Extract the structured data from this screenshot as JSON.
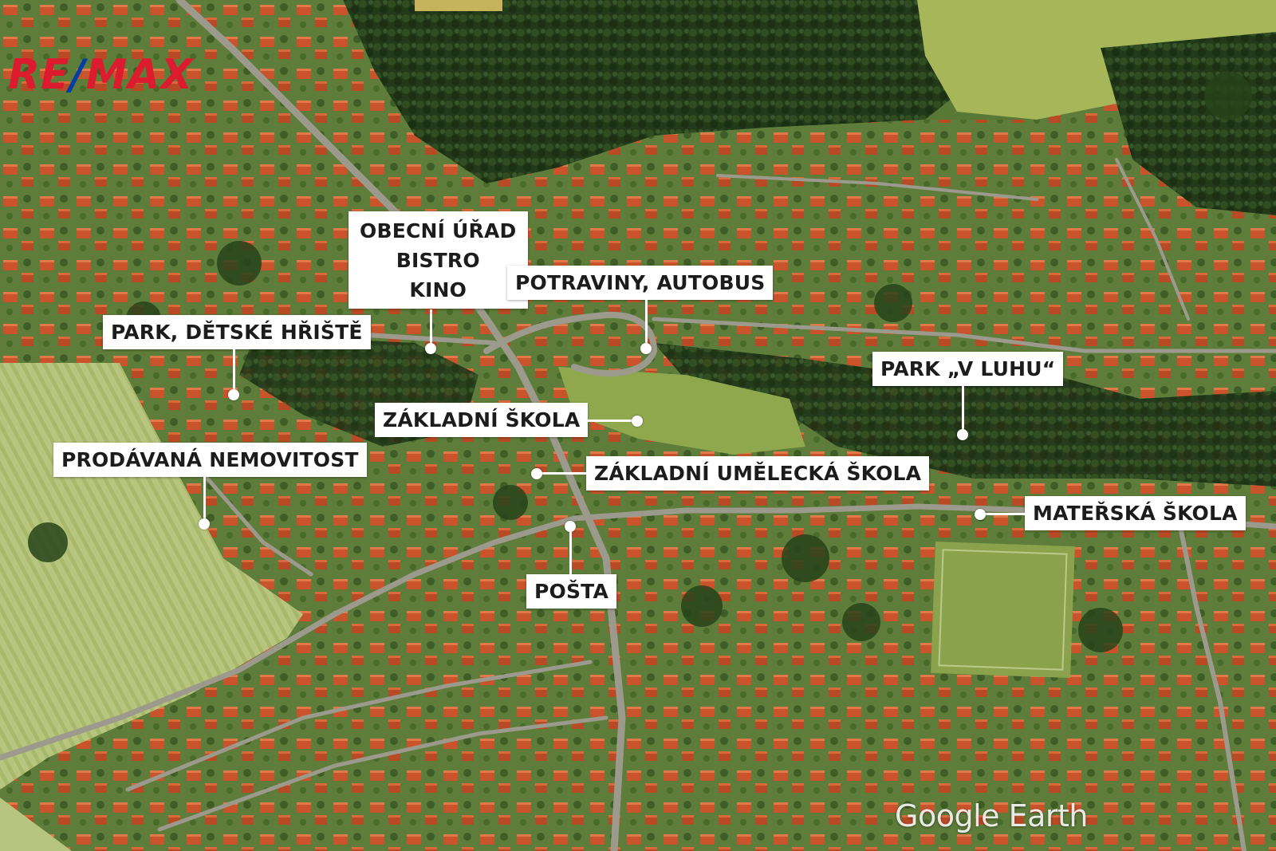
{
  "map": {
    "logo": {
      "part1": "RE",
      "slash": "/",
      "part2": "MAX",
      "colors": {
        "red": "#dc1c2e",
        "blue": "#003da5"
      }
    },
    "attribution": "Google Earth",
    "labels": {
      "obecni_urad": [
        "OBECNÍ ÚŘAD",
        "BISTRO",
        "KINO"
      ],
      "potraviny": "POTRAVINY, AUTOBUS",
      "park_detske_hriste": "PARK, DĚTSKÉ HŘIŠTĚ",
      "park_v_luhu": "PARK „V LUHU“",
      "zakladni_skola": "ZÁKLADNÍ ŠKOLA",
      "prodavana_nemovitost": "PRODÁVANÁ NEMOVITOST",
      "zakladni_umelecka_skola": "ZÁKLADNÍ UMĚLECKÁ ŠKOLA",
      "materska_skola": "MATEŘSKÁ ŠKOLA",
      "posta": "POŠTA"
    },
    "colors": {
      "label_bg": "#ffffff",
      "label_text": "#1c1c1c",
      "roof": "#c9532a",
      "forest": "#2d4a1c",
      "field": "#b6c77a"
    }
  }
}
